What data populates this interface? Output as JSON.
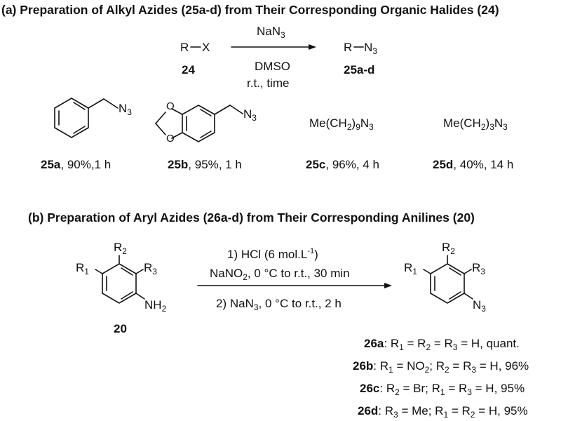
{
  "section_a": {
    "title": "(a) Preparation of Alkyl Azides (25a-d) from Their Corresponding Organic Halides (24)",
    "reactant": "R",
    "reactant_x": "X",
    "reactant_id": "24",
    "reagent_top": "NaN",
    "reagent_top_sub": "3",
    "reagent_mid": "DMSO",
    "reagent_bottom": "r.t., time",
    "product": "R",
    "product_n": "N",
    "product_n_sub": "3",
    "product_id": "25a-d",
    "benzyl_n": "N",
    "benzyl_n_sub": "3",
    "dioxole_n": "N",
    "dioxole_n_sub": "3",
    "decyl_pre": "Me(CH",
    "decyl_sub1": "2",
    "decyl_mid": ")",
    "decyl_sub2": "9",
    "decyl_n": "N",
    "decyl_sub3": "3",
    "butyl_pre": "Me(CH",
    "butyl_sub1": "2",
    "butyl_mid": ")",
    "butyl_sub2": "3",
    "butyl_n": "N",
    "butyl_sub3": "3",
    "results": [
      {
        "id": "25a",
        "text": ", 90%,1 h"
      },
      {
        "id": "25b",
        "text": ", 95%, 1 h"
      },
      {
        "id": "25c",
        "text": ", 96%, 4 h"
      },
      {
        "id": "25d",
        "text": ", 40%, 14 h"
      }
    ]
  },
  "section_b": {
    "title": "(b) Preparation of Aryl Azides (26a-d) from Their Corresponding Anilines (20)",
    "reactant_id": "20",
    "r1": "R",
    "r1_sub": "1",
    "r2": "R",
    "r2_sub": "2",
    "r3": "R",
    "r3_sub": "3",
    "nh": "NH",
    "nh_sub": "2",
    "step1_pre": "1) HCl (6 mol.L",
    "step1_sup": "-1",
    "step1_post": ")",
    "step1b_pre": "NaNO",
    "step1b_sub": "2",
    "step1b_post": ", 0 °C to r.t., 30 min",
    "step2_pre": "2) NaN",
    "step2_sub": "3",
    "step2_post": ", 0 °C to r.t., 2 h",
    "p_r1": "R",
    "p_r1_sub": "1",
    "p_r2": "R",
    "p_r2_sub": "2",
    "p_r3": "R",
    "p_r3_sub": "3",
    "p_n": "N",
    "p_n_sub": "3",
    "results": [
      {
        "id": "26a",
        "parts": [
          ": R",
          "1",
          " = R",
          "2",
          " = R",
          "3",
          " = H, quant."
        ]
      },
      {
        "id": "26b",
        "parts": [
          ": R",
          "1",
          " = NO",
          "2",
          "; R",
          "2",
          " = R",
          "3",
          " = H, 96%"
        ]
      },
      {
        "id": "26c",
        "parts": [
          ": R",
          "2",
          " = Br; R",
          "1",
          " = R",
          "3",
          " = H, 95%"
        ]
      },
      {
        "id": "26d",
        "parts": [
          ": R",
          "3",
          " = Me; R",
          "1",
          " = R",
          "2",
          " = H, 95%"
        ]
      }
    ]
  }
}
